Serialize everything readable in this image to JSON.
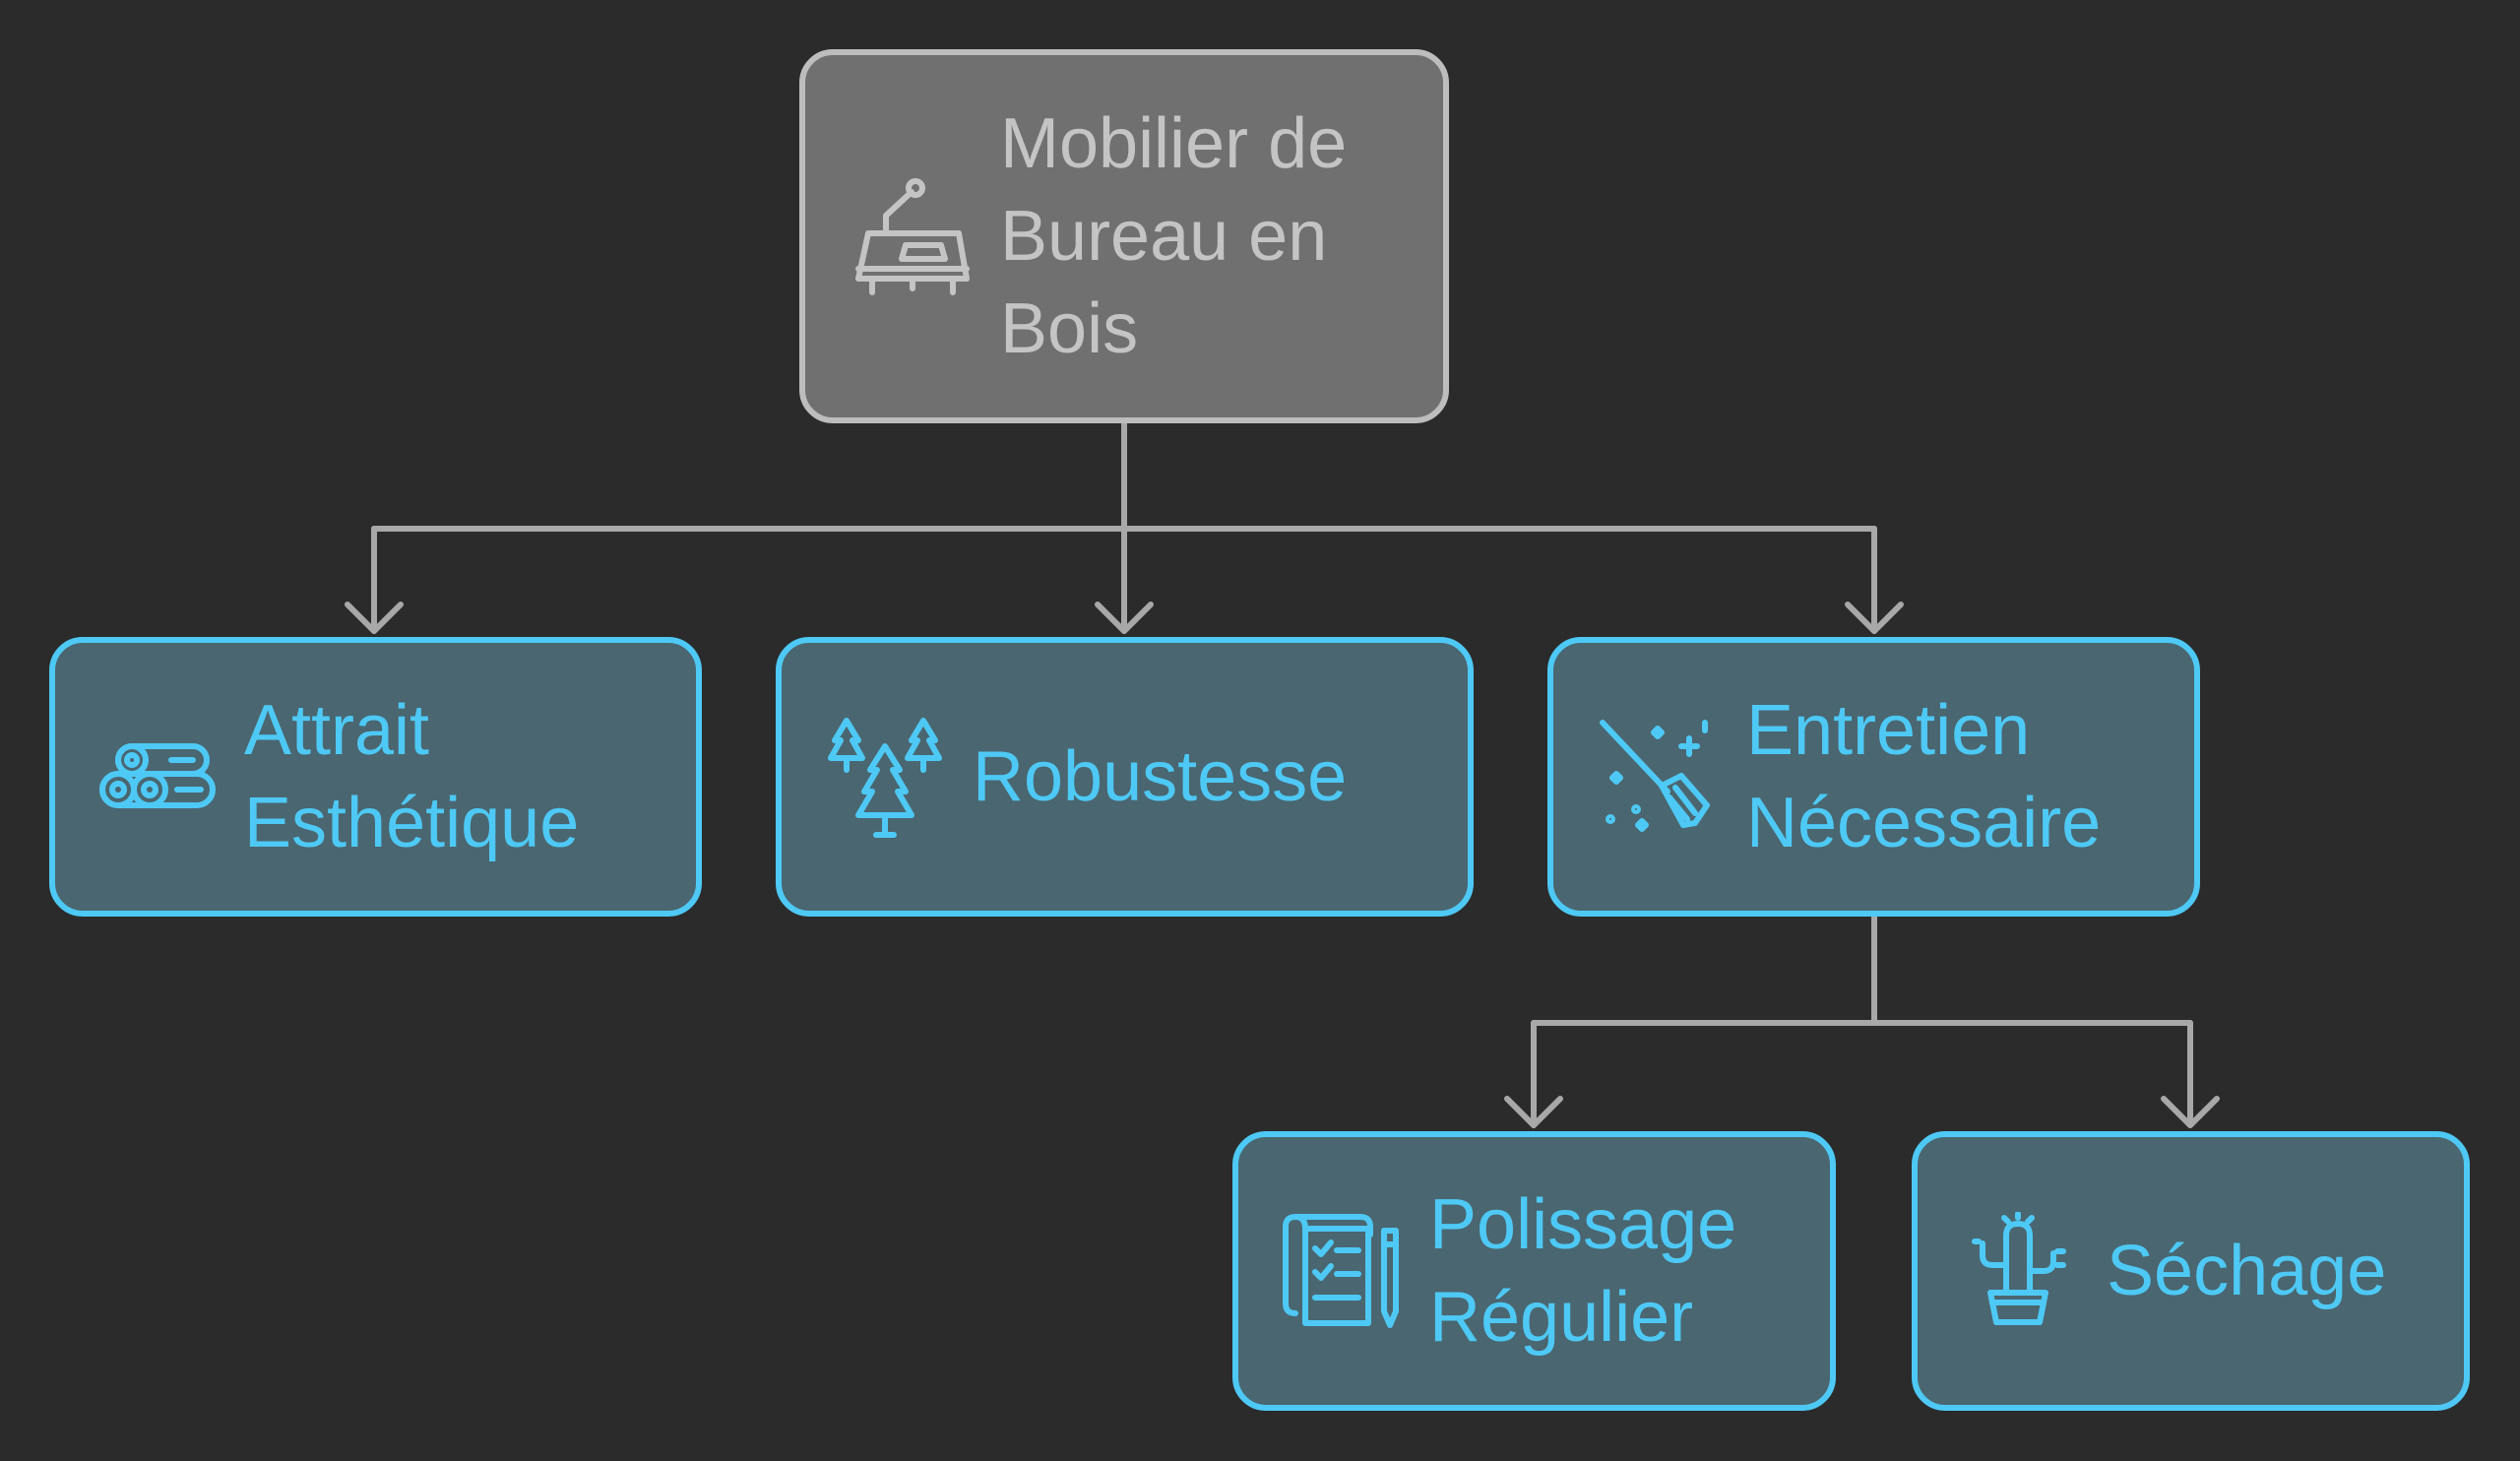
{
  "diagram": {
    "root": {
      "label": "Mobilier de\nBureau en\nBois",
      "icon": "desk-lamp-icon"
    },
    "children": [
      {
        "id": "attrait",
        "label": "Attrait\nEsthétique",
        "icon": "wood-logs-icon"
      },
      {
        "id": "robustesse",
        "label": "Robustesse",
        "icon": "pine-trees-icon"
      },
      {
        "id": "entretien",
        "label": "Entretien\nNécessaire",
        "icon": "broom-sparkle-icon"
      }
    ],
    "grandchildren": [
      {
        "id": "polissage",
        "label": "Polissage\nRégulier",
        "icon": "scroll-pencil-icon"
      },
      {
        "id": "sechage",
        "label": "Séchage",
        "icon": "cactus-pot-icon"
      }
    ],
    "colors": {
      "background": "#2b2b2b",
      "root_fill": "#707070",
      "root_stroke": "#bdbdbd",
      "child_fill": "#4a6670",
      "child_accent": "#4ec9f5",
      "connector": "#a8a8a8"
    }
  }
}
